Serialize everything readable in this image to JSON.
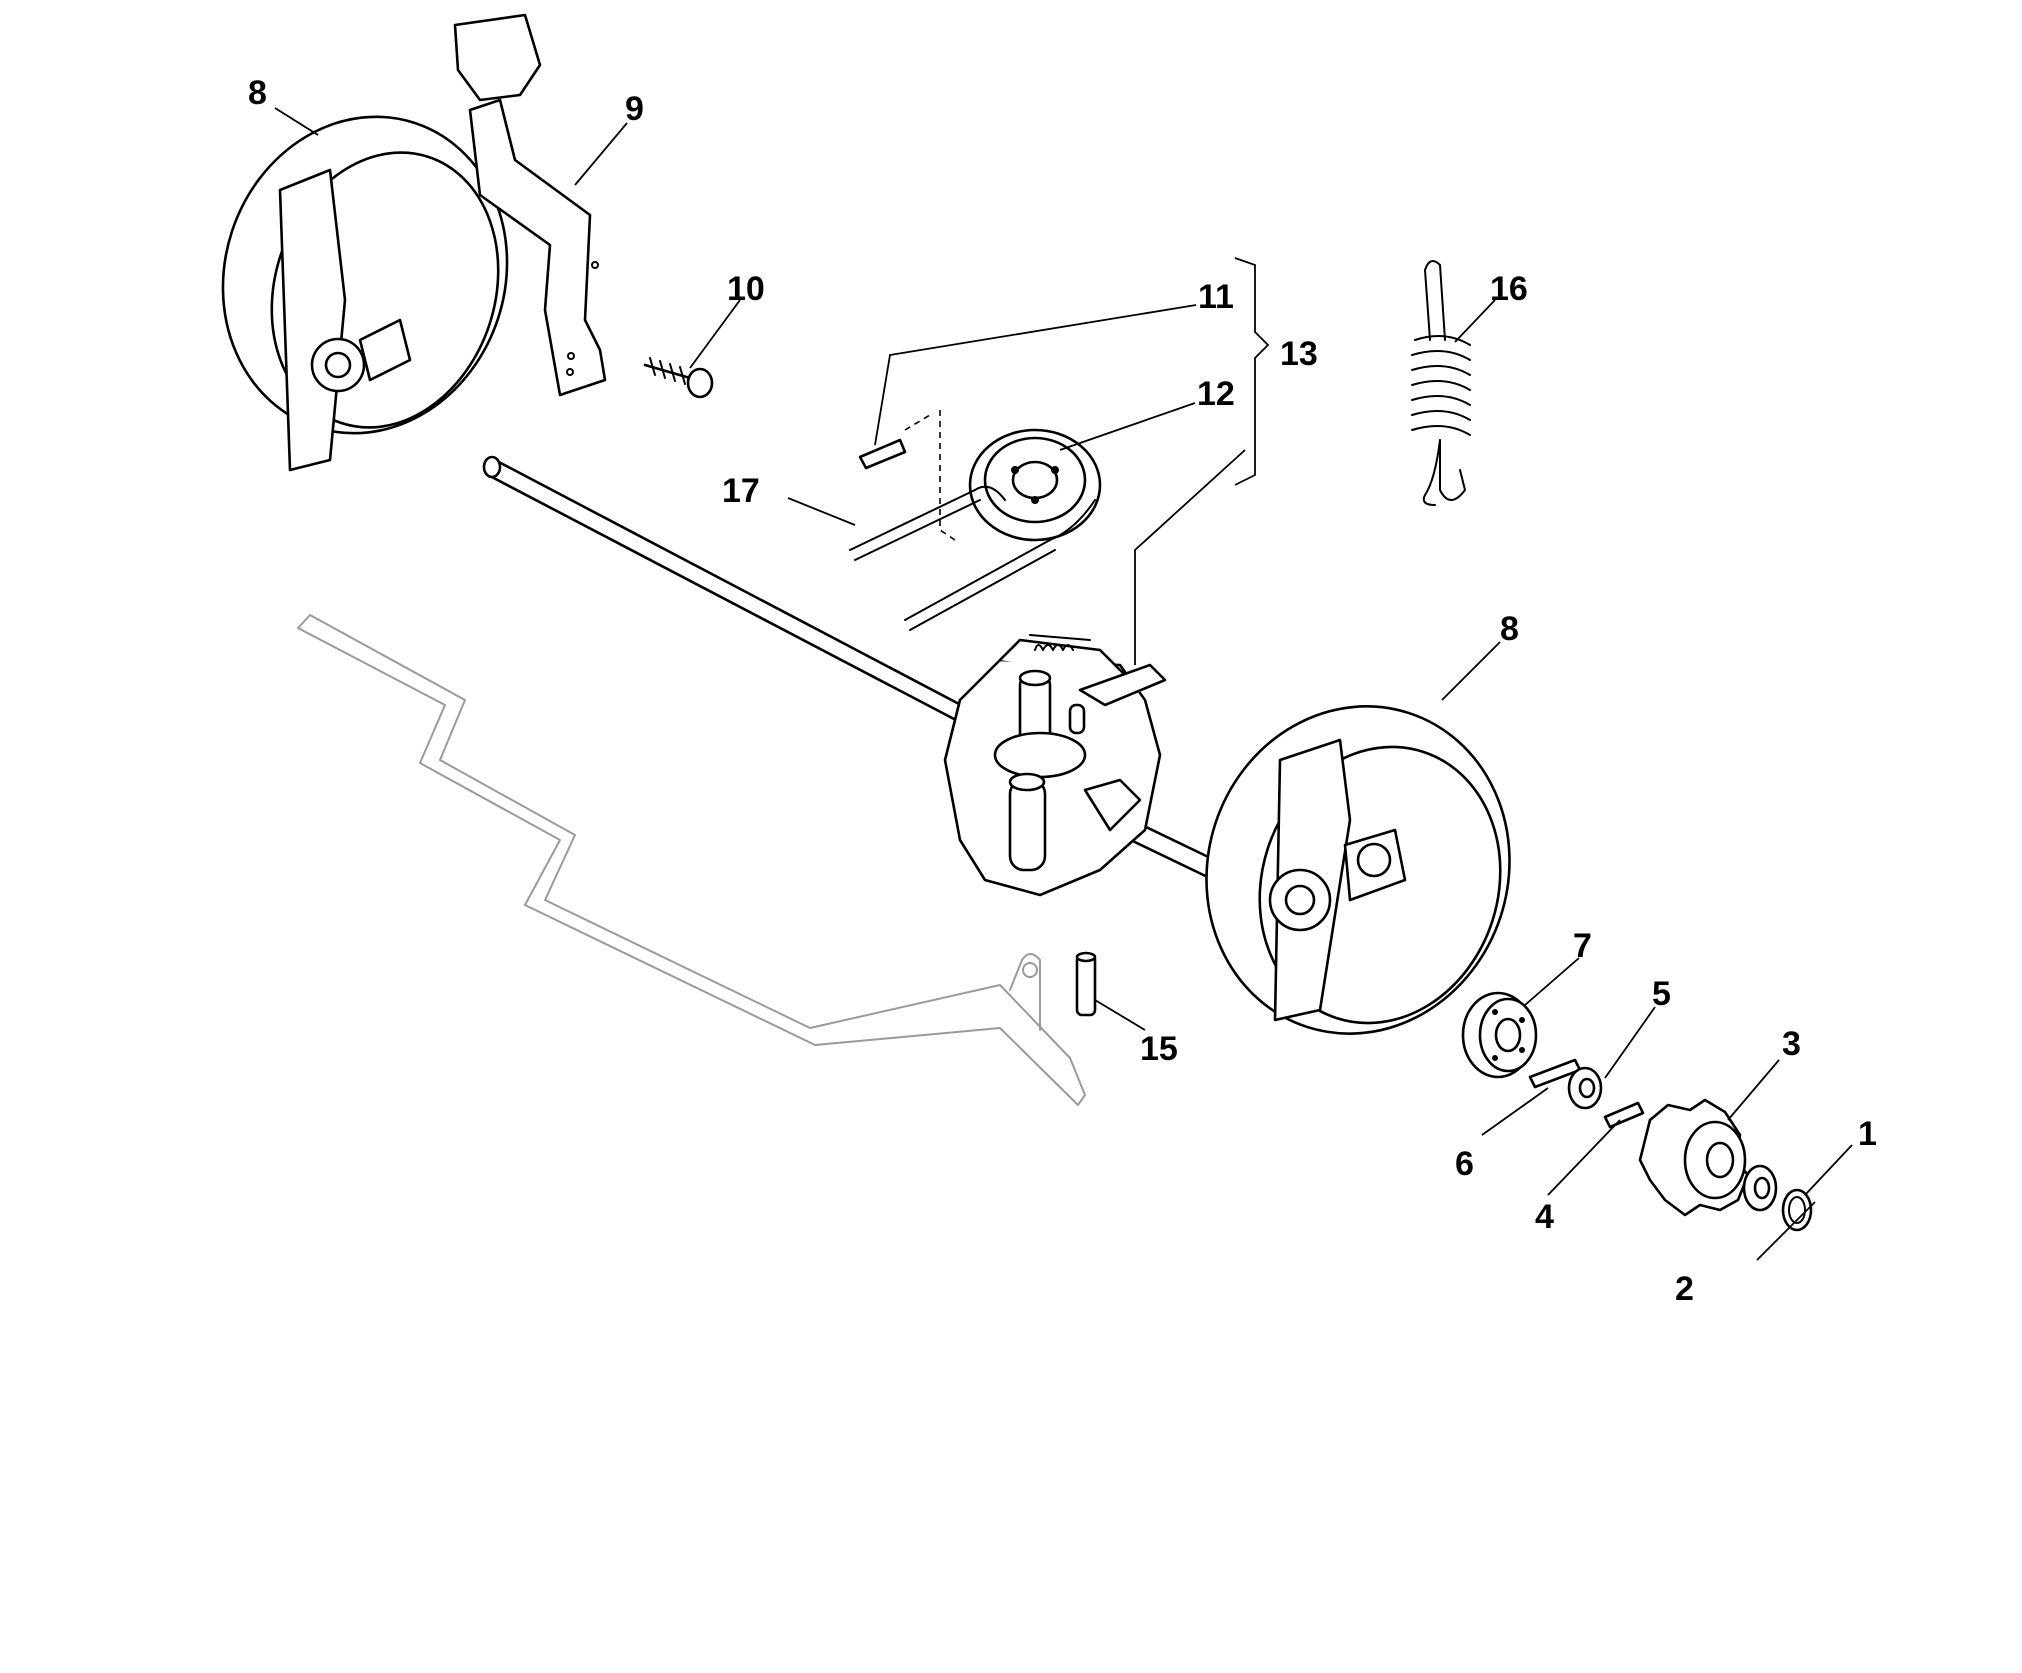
{
  "callouts": {
    "c1": "1",
    "c2": "2",
    "c3": "3",
    "c4": "4",
    "c5": "5",
    "c6": "6",
    "c7": "7",
    "c8a": "8",
    "c8b": "8",
    "c9": "9",
    "c10": "10",
    "c11": "11",
    "c12": "12",
    "c13": "13",
    "c15": "15",
    "c16": "16",
    "c17": "17"
  }
}
